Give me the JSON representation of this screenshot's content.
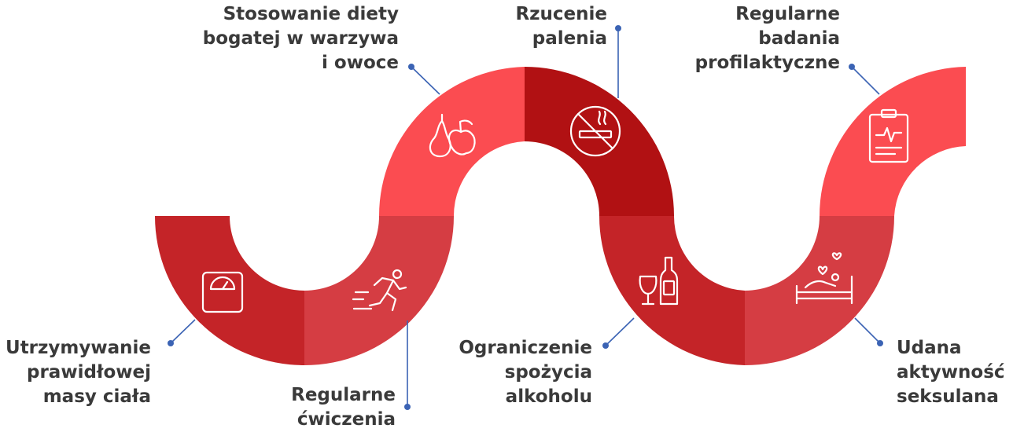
{
  "colors": {
    "bright_red": "#fb4c51",
    "medium_red": "#d53d43",
    "deep_red": "#c42428",
    "dark_red": "#b11113",
    "connector_blue": "#3b63b4",
    "label_text": "#3a3a3a"
  },
  "steps": [
    {
      "id": "body-weight",
      "icon": "scale-icon",
      "label_lines": [
        "Utrzymywanie",
        "prawidłowej",
        "masy ciała"
      ]
    },
    {
      "id": "exercise",
      "icon": "running-person-icon",
      "label_lines": [
        "Regularne",
        "ćwiczenia"
      ]
    },
    {
      "id": "diet",
      "icon": "pear-apple-icon",
      "label_lines": [
        "Stosowanie diety",
        "bogatej w warzywa",
        "i owoce"
      ]
    },
    {
      "id": "smoking",
      "icon": "no-smoking-icon",
      "label_lines": [
        "Rzucenie",
        "palenia"
      ]
    },
    {
      "id": "alcohol",
      "icon": "wine-bottle-glass-icon",
      "label_lines": [
        "Ograniczenie",
        "spożycia",
        "alkoholu"
      ]
    },
    {
      "id": "sexual-activity",
      "icon": "bed-hearts-icon",
      "label_lines": [
        "Udana",
        "aktywność",
        "seksulana"
      ]
    },
    {
      "id": "checkups",
      "icon": "medical-clipboard-icon",
      "label_lines": [
        "Regularne",
        "badania",
        "profilaktyczne"
      ]
    }
  ]
}
